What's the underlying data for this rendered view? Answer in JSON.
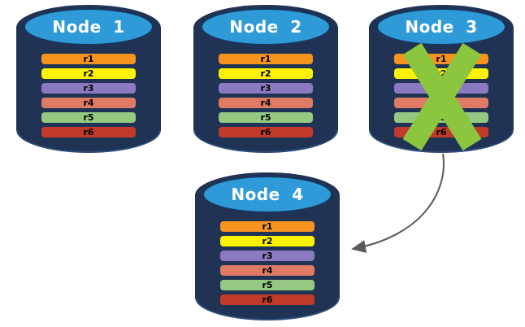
{
  "diagram": {
    "nodes": [
      {
        "title": "Node 1",
        "failed": false
      },
      {
        "title": "Node 2",
        "failed": false
      },
      {
        "title": "Node 3",
        "failed": true
      },
      {
        "title": "Node 4",
        "failed": false
      }
    ],
    "records": [
      {
        "label": "r1",
        "color": "#F6921E"
      },
      {
        "label": "r2",
        "color": "#FFF200"
      },
      {
        "label": "r3",
        "color": "#8A7BC0"
      },
      {
        "label": "r4",
        "color": "#DF7B64"
      },
      {
        "label": "r5",
        "color": "#95C982"
      },
      {
        "label": "r6",
        "color": "#C23B2A"
      }
    ],
    "arrow": {
      "from": "Node 3",
      "to": "Node 4"
    },
    "colors": {
      "background": "#FFFFFF",
      "cylinder_body": "#203354",
      "cylinder_top_fill": "#2E9BD8",
      "cylinder_top_outline": "#17375E",
      "cylinder_bottom_rim": "#2E4E7C",
      "title_text": "#FFFFFF",
      "record_text": "#000000",
      "failure_cross": "#8CC63F",
      "arrow": "#595959"
    }
  }
}
